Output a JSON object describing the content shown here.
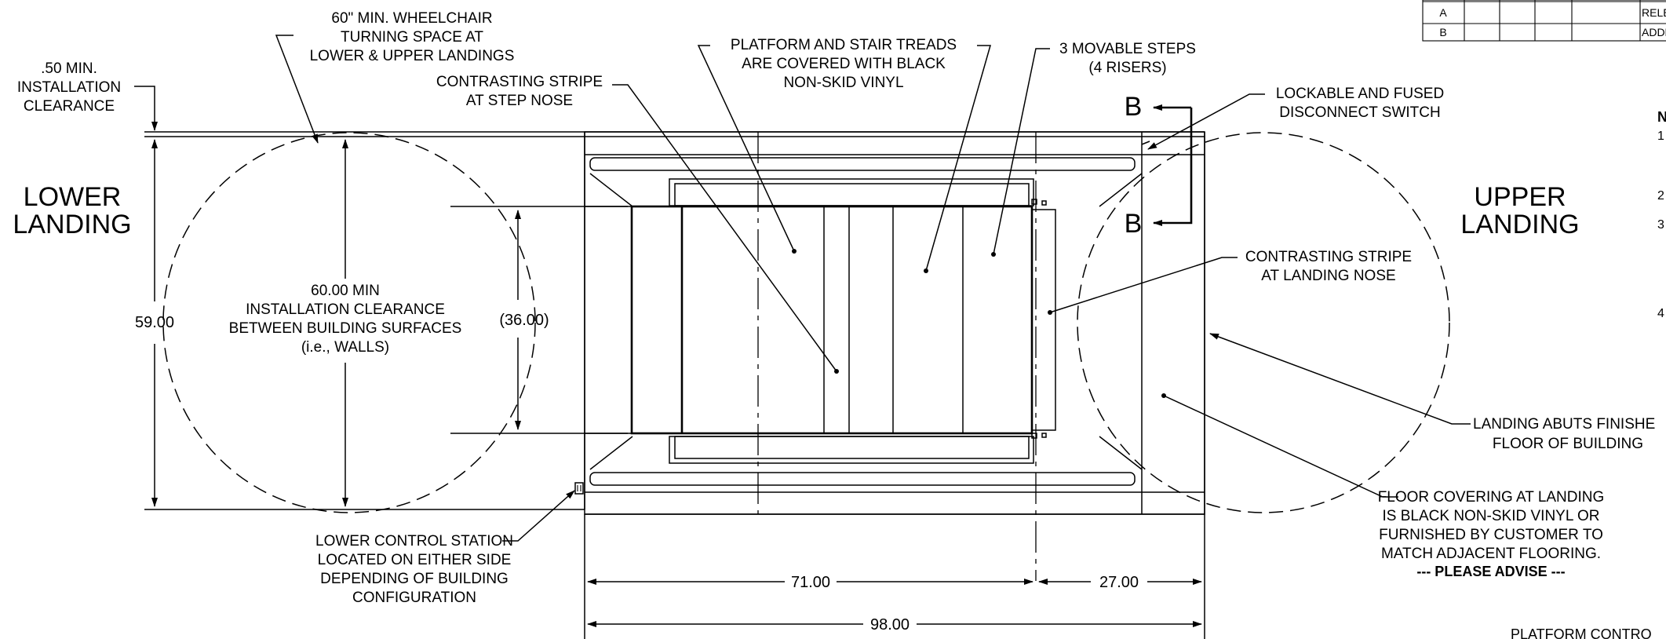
{
  "revision_table": {
    "rows": [
      {
        "rev": "A",
        "desc": "RELE"
      },
      {
        "rev": "B",
        "desc": "ADDE"
      }
    ]
  },
  "landings": {
    "lower": [
      "LOWER",
      "LANDING"
    ],
    "upper": [
      "UPPER",
      "LANDING"
    ]
  },
  "callouts": {
    "wheelchair": [
      "60\" MIN. WHEELCHAIR",
      "TURNING SPACE AT",
      "LOWER & UPPER LANDINGS"
    ],
    "install_clearance": [
      ".50 MIN.",
      "INSTALLATION",
      "CLEARANCE"
    ],
    "stripe_step": [
      "CONTRASTING STRIPE",
      "AT STEP NOSE"
    ],
    "platform_treads": [
      "PLATFORM AND STAIR TREADS",
      "ARE COVERED WITH BLACK",
      "NON-SKID VINYL"
    ],
    "movable_steps": [
      "3 MOVABLE STEPS",
      "(4 RISERS)"
    ],
    "disconnect": [
      "LOCKABLE AND FUSED",
      "DISCONNECT SWITCH"
    ],
    "stripe_landing": [
      "CONTRASTING STRIPE",
      "AT LANDING NOSE"
    ],
    "building_clearance": [
      "60.00 MIN",
      "INSTALLATION CLEARANCE",
      "BETWEEN BUILDING SURFACES",
      "(i.e., WALLS)"
    ],
    "landing_abuts": [
      "LANDING ABUTS FINISHE",
      "FLOOR OF BUILDING"
    ],
    "floor_covering": [
      "FLOOR COVERING AT LANDING",
      "IS BLACK NON-SKID VINYL OR",
      "FURNISHED BY CUSTOMER TO",
      "MATCH ADJACENT FLOORING.",
      "--- PLEASE ADVISE ---"
    ],
    "control_station": [
      "LOWER CONTROL STATION",
      "LOCATED ON EITHER SIDE",
      "DEPENDING OF BUILDING",
      "CONFIGURATION"
    ]
  },
  "section_marker": "B",
  "dimensions": {
    "height": "59.00",
    "platform_width": "(36.00)",
    "run": "71.00",
    "landing_depth": "27.00",
    "overall": "98.00"
  },
  "notes": {
    "header": "N",
    "numbers": [
      "1",
      "2",
      "3",
      "4"
    ]
  },
  "footer_text": "PLATFORM CONTRO"
}
